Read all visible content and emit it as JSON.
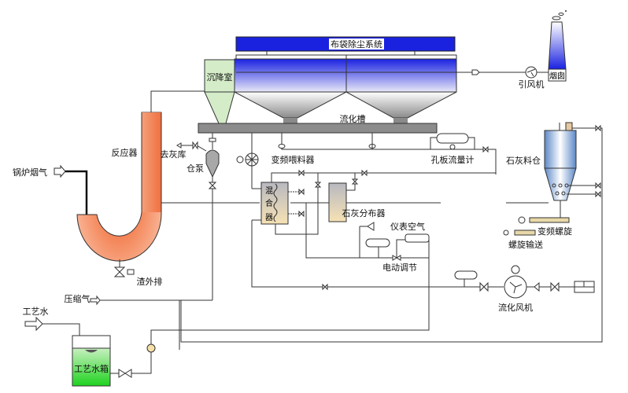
{
  "labels": {
    "baghouse": "布袋除尘系统",
    "settling_chamber": "沉降室",
    "fluidizing_trough": "流化槽",
    "induced_fan": "引风机",
    "chimney": "烟囱",
    "reactor": "反应器",
    "boiler_flue_gas": "锅炉烟气",
    "to_ash_silo": "去灰库",
    "silo_pump": "仓泵",
    "vfd_feeder": "变频喂料器",
    "orifice_flowmeter": "孔板流量计",
    "lime_silo": "石灰料仓",
    "mixer": [
      "混",
      "合",
      "器"
    ],
    "lime_distributor": "石灰分布器",
    "instrument_air": "仪表空气",
    "electric_control": "电动调节",
    "vfd_screw": "变频螺旋",
    "screw_conveyor": "螺旋输送",
    "fluidizing_fan": "流化风机",
    "slag_discharge": "渣外排",
    "compressed_air": "压缩气",
    "process_water": "工艺水",
    "process_water_tank": "工艺水箱"
  },
  "colors": {
    "baghouse_blue": "#1a22e0",
    "reactor_orange": "#f07a40",
    "settling_green": "#d4ecc8",
    "tank_green": "#2ad42a",
    "trough_gray": "#8c8c8c",
    "silo_blue": "#8fb0dc"
  }
}
